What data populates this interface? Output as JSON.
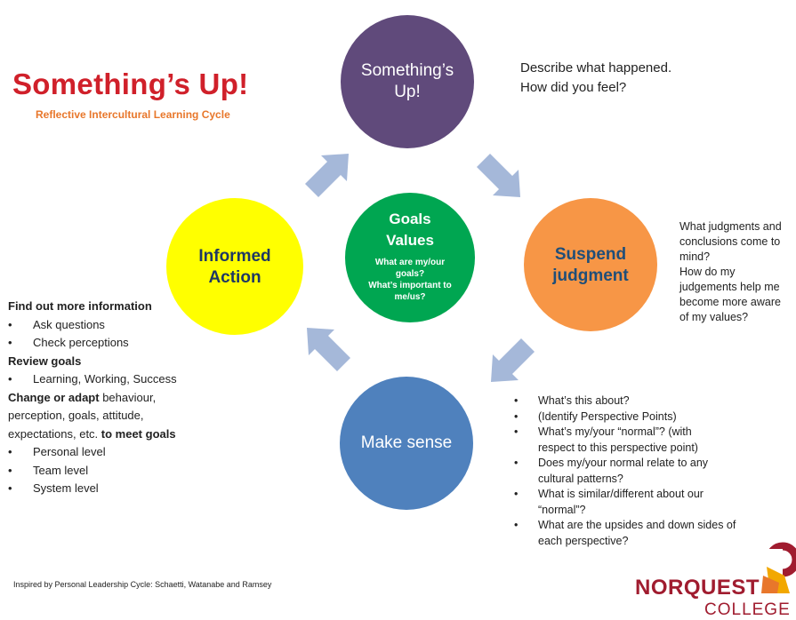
{
  "header": {
    "title": "Something’s Up!",
    "subtitle": "Reflective Intercultural Learning Cycle"
  },
  "circles": {
    "top": {
      "line1": "Something’s",
      "line2": "Up!"
    },
    "right": {
      "line1": "Suspend",
      "line2": "judgment"
    },
    "bottom": {
      "line1": "Make sense"
    },
    "left": {
      "line1": "Informed",
      "line2": "Action"
    },
    "center": {
      "line1": "Goals",
      "line2": "Values",
      "q1": "What are my/our",
      "q2": "goals?",
      "q3": "What’s important to",
      "q4": "me/us?"
    }
  },
  "notes": {
    "top": [
      "Describe what happened.",
      "How did you feel?"
    ],
    "right": [
      "What judgments and",
      "conclusions come to",
      "mind?",
      "How do my",
      "judgements help me",
      "become more aware",
      "of my values?"
    ],
    "left": {
      "h1": "Find out more information",
      "items1": [
        "Ask questions",
        "Check perceptions"
      ],
      "h2": "Review goals",
      "items2": [
        "Learning, Working, Success"
      ],
      "h3_bold": "Change or adapt",
      "h3_rest": " behaviour,",
      "line2": "perception, goals, attitude,",
      "line3_pre": "expectations, etc. ",
      "line3_bold": "to meet goals",
      "items3": [
        "Personal level",
        "Team level",
        "System level"
      ]
    },
    "bottom": [
      [
        "What’s this about?"
      ],
      [
        "(Identify Perspective Points)"
      ],
      [
        "What’s my/your “normal”? (with",
        "respect to this perspective point)"
      ],
      [
        "Does my/your normal relate to any",
        "cultural patterns?"
      ],
      [
        "What is similar/different about our",
        "“normal”?"
      ],
      [
        "What are the upsides and down sides of",
        "each perspective?"
      ]
    ]
  },
  "footer": "Inspired by Personal Leadership Cycle: Schaetti, Watanabe and Ramsey",
  "logo": {
    "name": "NORQUEST",
    "sub": "COLLEGE"
  },
  "colors": {
    "title": "#d0202a",
    "subtitle": "#e8772b",
    "top_circle": "#604a7b",
    "right_circle": "#f79646",
    "bottom_circle": "#4f81bd",
    "left_circle": "#ffff00",
    "center_circle": "#00a651",
    "arrow": "#a5b8d9"
  }
}
